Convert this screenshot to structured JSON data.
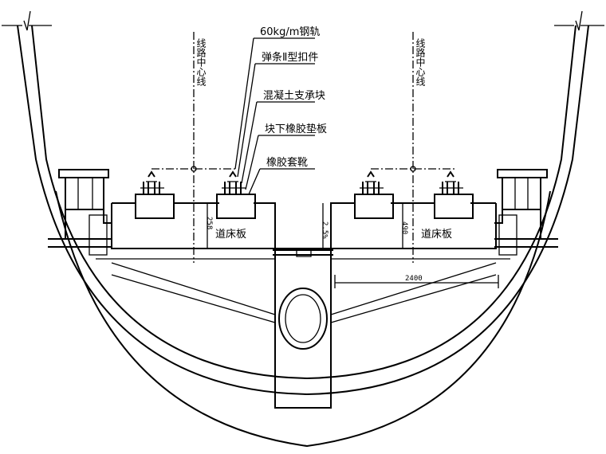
{
  "callouts": [
    "60kg/m钢轨",
    "弹条Ⅱ型扣件",
    "混凝土支承块",
    "块下橡胶垫板",
    "橡胶套靴"
  ],
  "centerline_label": "线路中心线",
  "slab_label": "道床板",
  "dimensions": {
    "block_height": "258",
    "drain_left": "2.5%",
    "drain_right": "490",
    "width": "2400"
  }
}
